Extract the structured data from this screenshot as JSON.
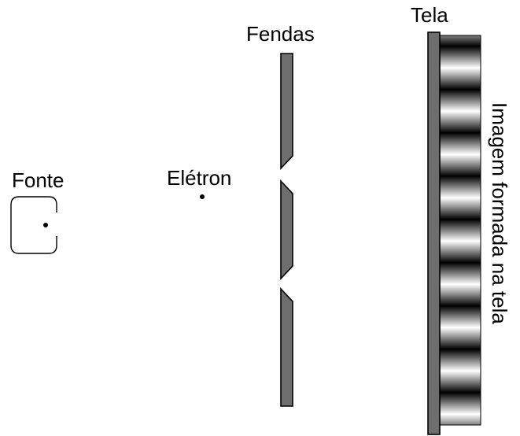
{
  "labels": {
    "source": "Fonte",
    "electron": "Elétron",
    "slits": "Fendas",
    "screen": "Tela",
    "image": "Imagem formada na tela"
  },
  "colors": {
    "barrier_fill": "#6e6e6e",
    "stroke": "#000000",
    "fringe_bright": "#ffffff",
    "fringe_dark": "#000000"
  },
  "fringes": {
    "count": 9
  }
}
